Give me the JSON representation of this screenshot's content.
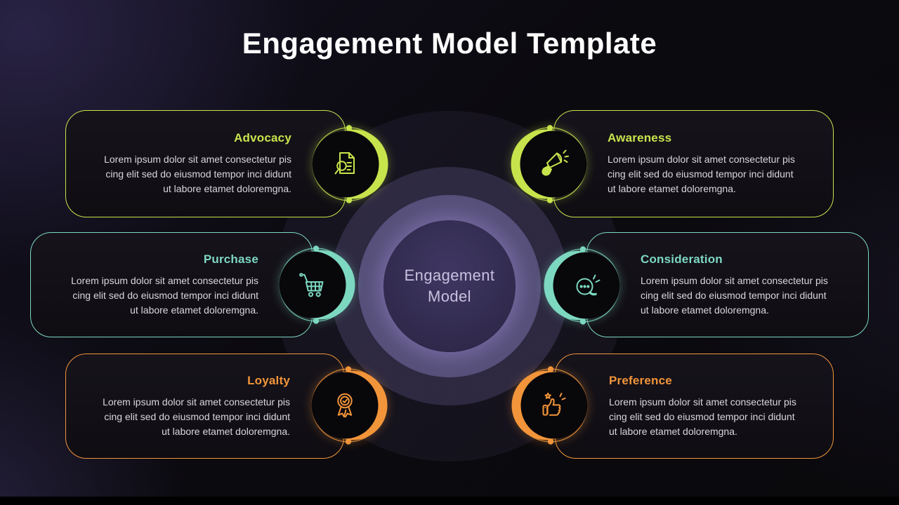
{
  "slide": {
    "title": "Engagement Model Template",
    "center": {
      "line1": "Engagement",
      "line2": "Model"
    },
    "cards": [
      {
        "key": "advocacy",
        "title": "Advocacy",
        "accent": "#c8e44c",
        "icon": "document-search-icon",
        "body": "Lorem ipsum dolor sit amet consectetur pis\ncing elit sed do eiusmod tempor inci didunt\nut labore etamet doloremgna."
      },
      {
        "key": "awareness",
        "title": "Awareness",
        "accent": "#c8e44c",
        "icon": "megaphone-icon",
        "body": "Lorem ipsum dolor sit amet consectetur pis\ncing elit sed do eiusmod tempor inci didunt\nut labore etamet doloremgna."
      },
      {
        "key": "purchase",
        "title": "Purchase",
        "accent": "#7dd8c1",
        "icon": "shopping-cart-icon",
        "body": "Lorem ipsum dolor sit amet consectetur pis\ncing elit sed do eiusmod tempor inci didunt\nut labore etamet doloremgna."
      },
      {
        "key": "consideration",
        "title": "Consideration",
        "accent": "#7dd8c1",
        "icon": "chat-bubble-icon",
        "body": "Lorem ipsum dolor sit amet consectetur pis\ncing elit sed do eiusmod tempor inci didunt\nut labore etamet doloremgna."
      },
      {
        "key": "loyalty",
        "title": "Loyalty",
        "accent": "#f2953a",
        "icon": "award-medal-icon",
        "body": "Lorem ipsum dolor sit amet consectetur pis\ncing elit sed do eiusmod tempor inci didunt\nut labore etamet doloremgna."
      },
      {
        "key": "preference",
        "title": "Preference",
        "accent": "#f2953a",
        "icon": "thumbs-up-icon",
        "body": "Lorem ipsum dolor sit amet consectetur pis\ncing elit sed do eiusmod tempor inci didunt\nut labore etamet doloremgna."
      }
    ],
    "colors": {
      "background": "#0b0a0f",
      "center_fill": "#332c50",
      "center_text": "#c9c1de",
      "green": "#c8e44c",
      "teal": "#7dd8c1",
      "orange": "#f2953a",
      "body_text": "#d9d6dd"
    }
  }
}
